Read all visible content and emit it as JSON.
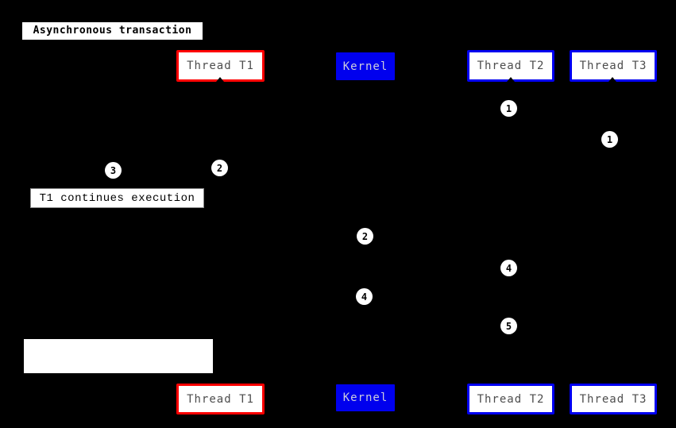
{
  "colors": {
    "background": "#000000",
    "red_accent": "#ff0000",
    "blue_accent": "#0000f0",
    "kernel_fill": "#0000ee",
    "box_text": "#4d4d4d",
    "kernel_text": "#ccccdd"
  },
  "diagram": {
    "title": "Asynchronous transaction",
    "participants": [
      {
        "label": "Thread T1",
        "style": "red-border"
      },
      {
        "label": "Kernel",
        "style": "blue-fill"
      },
      {
        "label": "Thread T2",
        "style": "blue-border"
      },
      {
        "label": "Thread T3",
        "style": "blue-border"
      }
    ],
    "markers": [
      "1",
      "1",
      "2",
      "3",
      "2",
      "4",
      "4",
      "5"
    ],
    "notes": [
      {
        "label": "T1 continues execution"
      },
      {
        "label": ""
      }
    ]
  }
}
